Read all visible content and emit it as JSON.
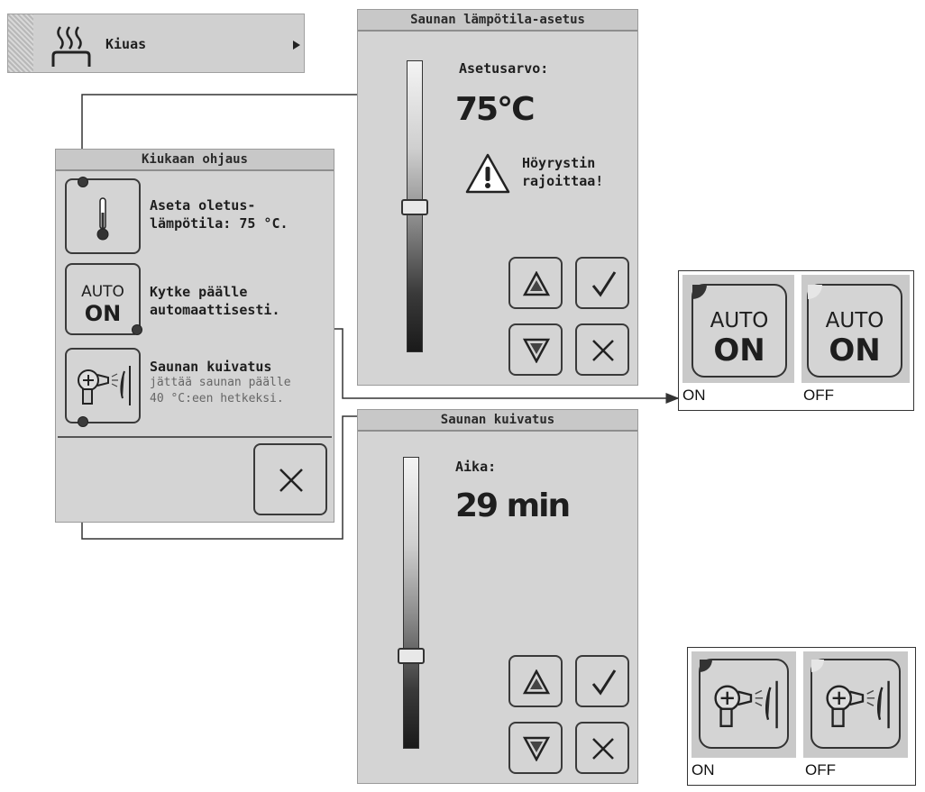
{
  "menu": {
    "label": "Kiuas"
  },
  "control_panel": {
    "title": "Kiukaan ohjaus",
    "items": [
      {
        "line1": "Aseta oletus-",
        "line2": "lämpötila: 75 °C."
      },
      {
        "icon_top": "AUTO",
        "icon_bottom": "ON",
        "line1": "Kytke päälle",
        "line2": "automaattisesti."
      },
      {
        "line1": "Saunan kuivatus",
        "line2": "jättää saunan päälle",
        "line3": "40 °C:een hetkeksi."
      }
    ]
  },
  "temp_panel": {
    "title": "Saunan lämpötila-asetus",
    "label": "Asetusarvo:",
    "value": "75°C",
    "warning_line1": "Höyrystin",
    "warning_line2": "rajoittaa!"
  },
  "dry_panel": {
    "title": "Saunan kuivatus",
    "label": "Aika:",
    "value": "29 min"
  },
  "auto_legend": {
    "icon_top": "AUTO",
    "icon_bottom": "ON",
    "on_label": "ON",
    "off_label": "OFF"
  },
  "dry_legend": {
    "on_label": "ON",
    "off_label": "OFF"
  },
  "icons": [
    "heater-steam-icon",
    "thermometer-icon",
    "dryer-icon",
    "warning-icon",
    "up-arrow-icon",
    "down-arrow-icon",
    "check-icon",
    "close-icon",
    "menu-arrow-icon"
  ]
}
